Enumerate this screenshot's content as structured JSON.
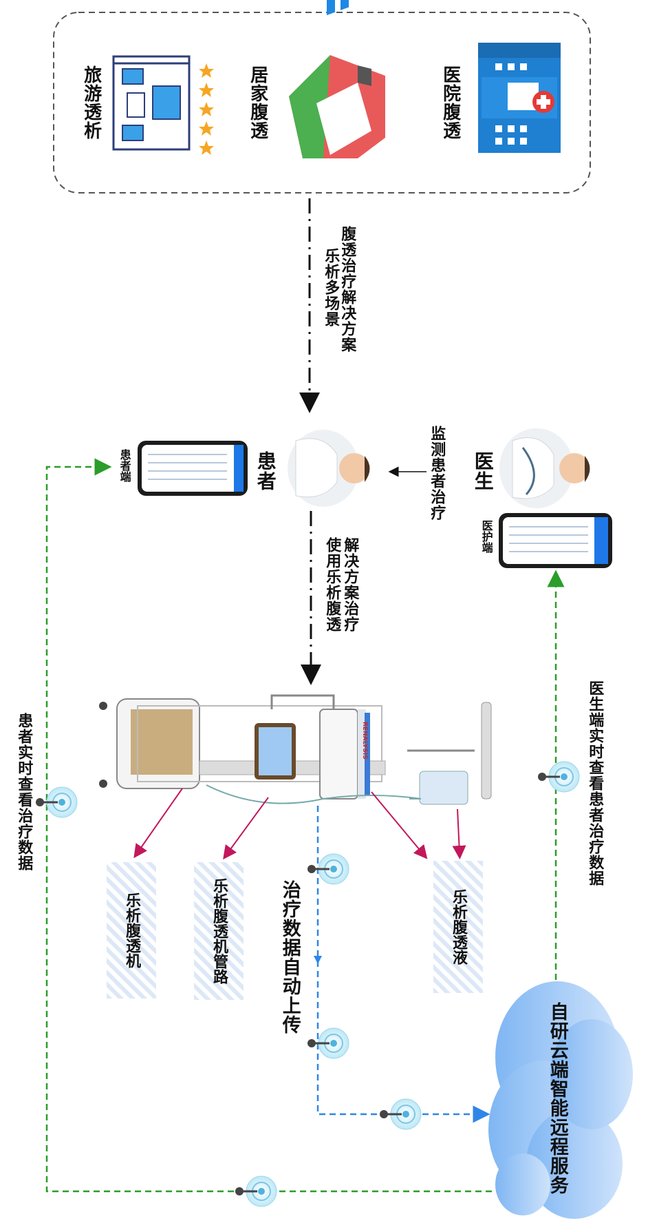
{
  "scenes": {
    "hospital": "医院腹透",
    "home": "居家腹透",
    "travel": "旅游透析"
  },
  "solution": [
    "乐析多场景",
    "腹透治疗解决方案"
  ],
  "patient": {
    "title": "患者",
    "app": "患者端"
  },
  "doctor": {
    "title": "医生",
    "app": "医护端"
  },
  "monitor": "监测患者治疗",
  "treatment": [
    "使用乐析腹透",
    "解决方案治疗"
  ],
  "devices": {
    "fluid": "乐析腹透液",
    "tubing": "乐析腹透机管路",
    "machine": "乐析腹透机"
  },
  "upload": "治疗数据自动上传",
  "cloud": "自研云端智能远程服务",
  "doctor_view": "医生端实时查看患者治疗数据",
  "patient_view": "患者实时查看治疗数据",
  "brand": "RENALYSIS",
  "colors": {
    "green_flow": "#2a9d2a",
    "blue_flow": "#2f86e8",
    "arrow_pink": "#c2185b",
    "cloud": "#a9cdf7",
    "hospital_blue": "#1f7fd0"
  }
}
